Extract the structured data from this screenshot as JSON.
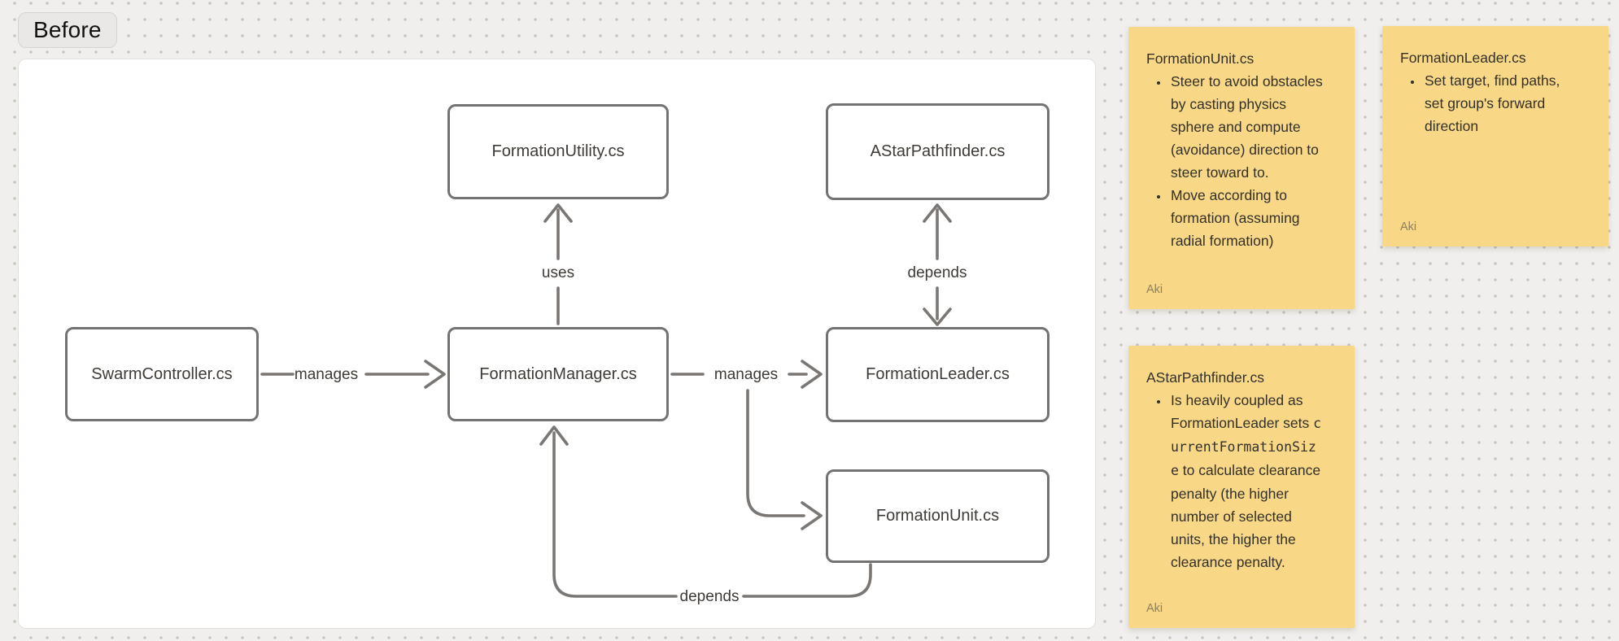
{
  "board": {
    "section_label": "Before"
  },
  "diagram": {
    "nodes": {
      "swarm_controller": "SwarmController.cs",
      "formation_utility": "FormationUtility.cs",
      "formation_manager": "FormationManager.cs",
      "astar_pathfinder": "AStarPathfinder.cs",
      "formation_leader": "FormationLeader.cs",
      "formation_unit": "FormationUnit.cs"
    },
    "edge_labels": {
      "manages_left": "manages",
      "manages_right": "manages",
      "uses": "uses",
      "depends_top": "depends",
      "depends_bottom": "depends"
    }
  },
  "notes": [
    {
      "title": "FormationUnit.cs",
      "bullets": [
        {
          "text": "Steer to avoid obstacles by casting physics sphere and compute (avoidance) direction to steer toward to."
        },
        {
          "text": "Move according to formation (assuming radial formation)"
        }
      ],
      "author": "Aki"
    },
    {
      "title": "FormationLeader.cs",
      "bullets": [
        {
          "text": "Set target, find paths, set group's forward direction"
        }
      ],
      "author": "Aki"
    },
    {
      "title": "AStarPathfinder.cs",
      "bullets": [
        {
          "pre": "Is heavily coupled as FormationLeader sets ",
          "code": "currentFormationSize",
          "post": " to calculate clearance penalty (the higher number of selected units, the higher the clearance penalty."
        }
      ],
      "author": "Aki"
    }
  ],
  "colors": {
    "background": "#F0EFEE",
    "canvas": "#FFFFFF",
    "node_border": "#757371",
    "connector": "#797673",
    "sticky": "#F8D886",
    "sticky_author": "#8D8059",
    "section_chip": "#E9E8E6"
  }
}
